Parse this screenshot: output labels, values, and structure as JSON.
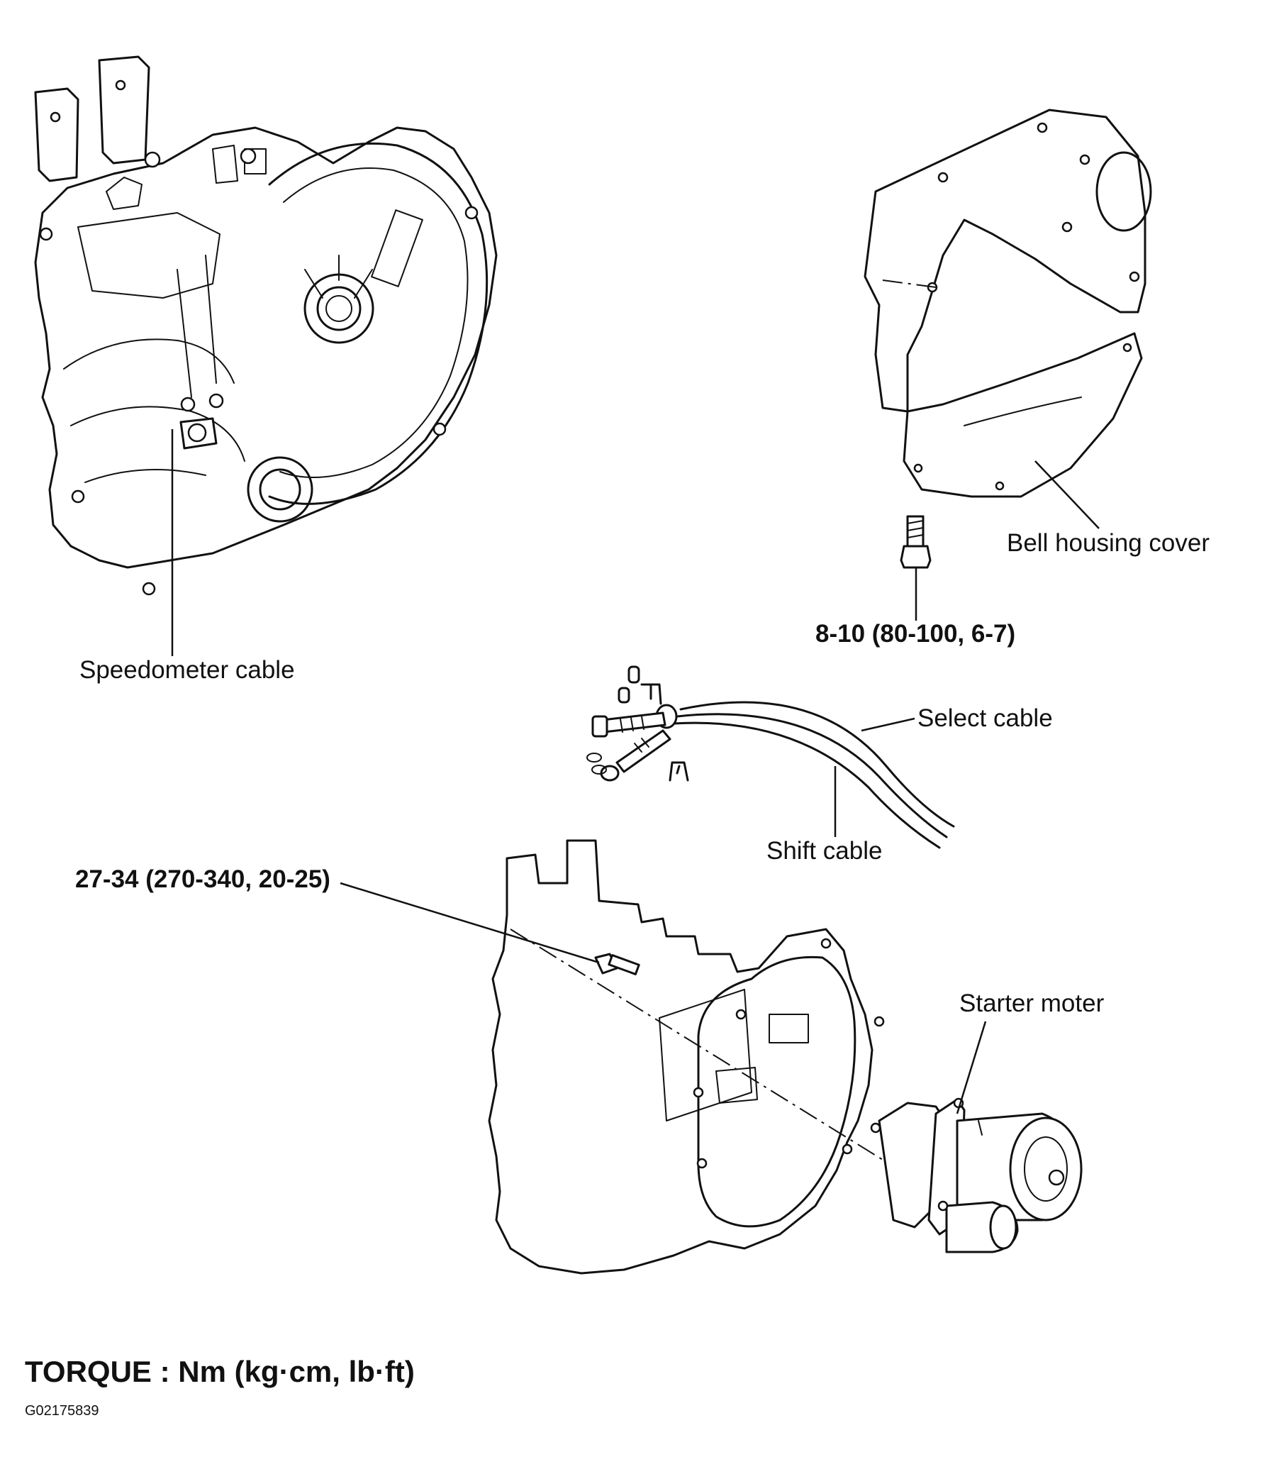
{
  "labels": {
    "speedometer_cable": "Speedometer cable",
    "bell_housing_cover": "Bell housing cover",
    "select_cable": "Select cable",
    "shift_cable": "Shift cable",
    "starter_moter": "Starter moter"
  },
  "torque_values": {
    "bell_housing_bolt": "8-10 (80-100, 6-7)",
    "starter_bolt": "27-34 (270-340, 20-25)"
  },
  "footer": {
    "torque_title": "TORQUE : Nm (kg·cm, lb·ft)",
    "figure_code": "G02175839"
  }
}
